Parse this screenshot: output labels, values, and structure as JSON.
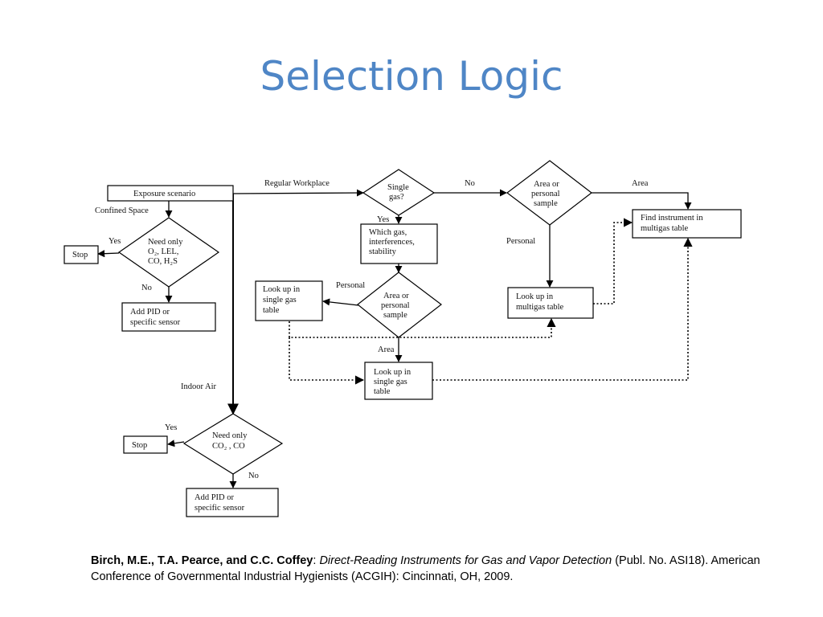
{
  "slide": {
    "title": "Selection Logic"
  },
  "flowchart": {
    "nodes": {
      "exposure_scenario": [
        "Exposure scenario"
      ],
      "need_only_o2": [
        "Need only",
        "O₂, LEL,",
        "CO, H₂S"
      ],
      "stop_1": [
        "Stop"
      ],
      "add_pid_1": [
        "Add PID or",
        "specific sensor"
      ],
      "single_gas": [
        "Single",
        "gas?"
      ],
      "which_gas": [
        "Which gas,",
        "interferences,",
        "stability"
      ],
      "area_personal_1": [
        "Area or",
        "personal",
        "sample"
      ],
      "lookup_single_1": [
        "Look up in",
        "single gas",
        "table"
      ],
      "lookup_single_2": [
        "Look up in",
        "single gas",
        "table"
      ],
      "area_personal_2": [
        "Area or",
        "personal",
        "sample"
      ],
      "find_instrument": [
        "Find instrument in",
        "multigas table"
      ],
      "lookup_multigas": [
        "Look up in",
        "multigas table"
      ],
      "need_only_co2": [
        "Need only",
        "CO₂ , CO"
      ],
      "stop_2": [
        "Stop"
      ],
      "add_pid_2": [
        "Add PID or",
        "specific sensor"
      ]
    },
    "edge_labels": {
      "confined_space": "Confined Space",
      "regular_workplace": "Regular Workplace",
      "indoor_air": "Indoor Air",
      "yes_1": "Yes",
      "no_1": "No",
      "yes_single": "Yes",
      "no_single": "No",
      "personal_1": "Personal",
      "area_1": "Area",
      "area_2": "Area",
      "personal_2": "Personal",
      "yes_2": "Yes",
      "no_2": "No"
    }
  },
  "citation": {
    "authors": "Birch, M.E., T.A. Pearce, and C.C. Coffey",
    "separator": ": ",
    "work_title": "Direct-Reading Instruments for Gas and Vapor Detection",
    "rest": " (Publ. No. ASI18).  American Conference of Governmental Industrial Hygienists (ACGIH): Cincinnati, OH, 2009."
  }
}
